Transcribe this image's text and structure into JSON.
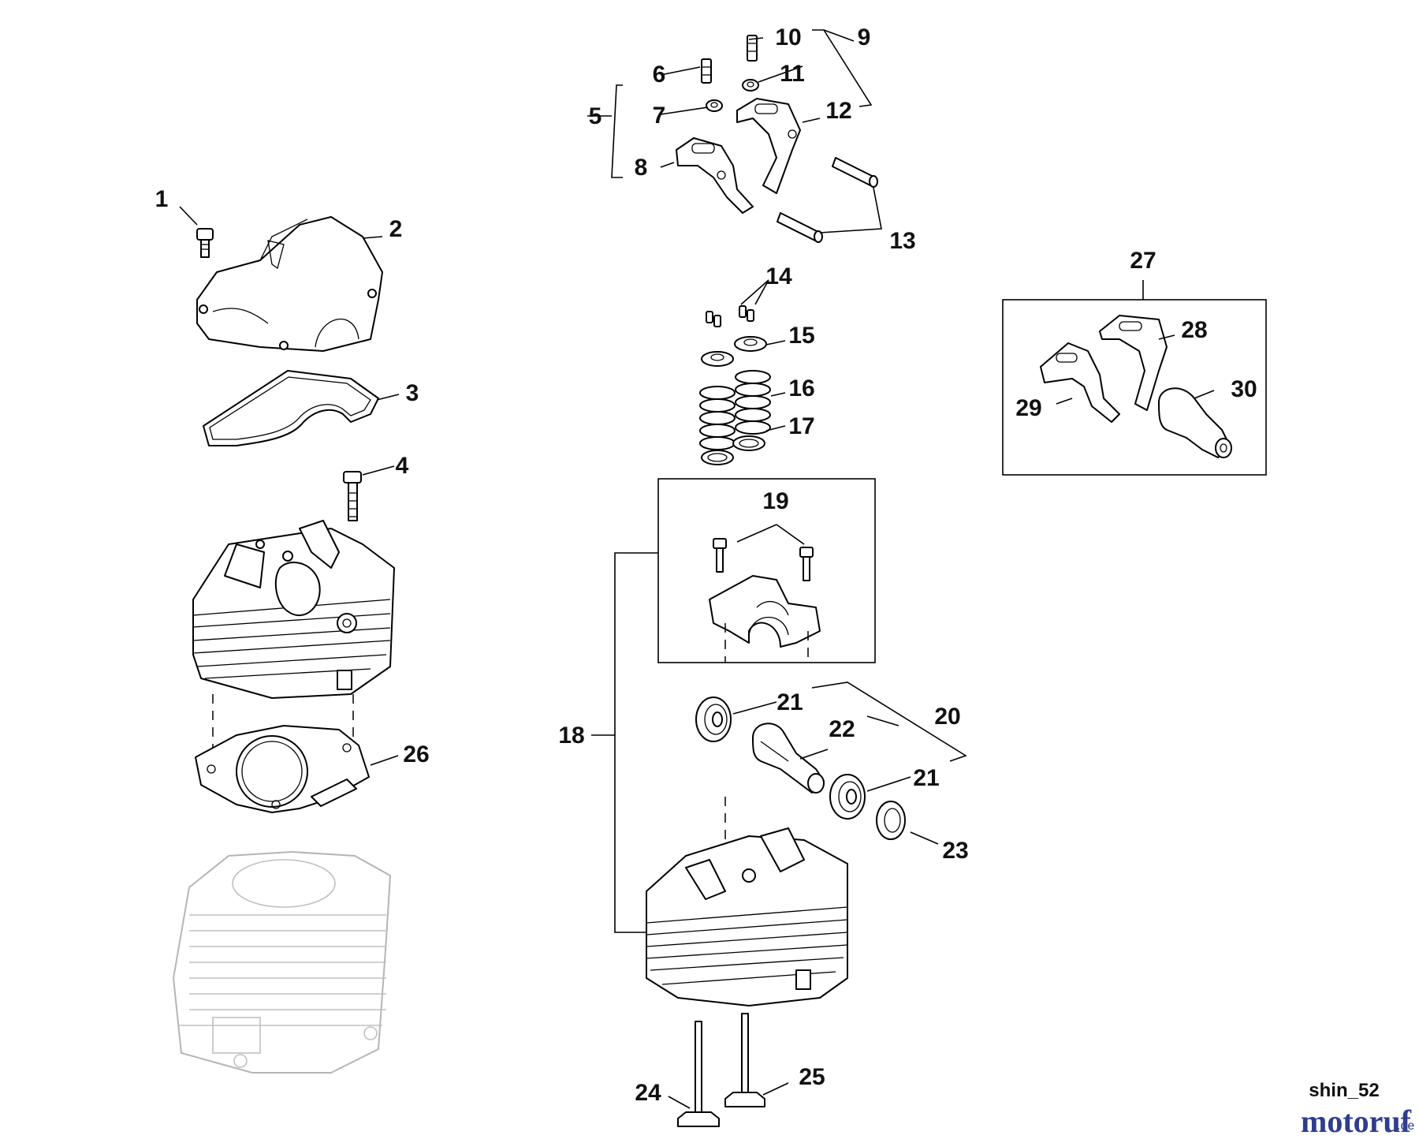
{
  "diagram": {
    "drawing_code": "shin_52",
    "watermark": {
      "brand": "motoruf",
      "tld": ".de"
    },
    "callouts": [
      "1",
      "2",
      "3",
      "4",
      "5",
      "6",
      "7",
      "8",
      "9",
      "10",
      "11",
      "12",
      "13",
      "14",
      "15",
      "16",
      "17",
      "18",
      "19",
      "20",
      "21",
      "21",
      "22",
      "23",
      "24",
      "25",
      "26",
      "27",
      "28",
      "29",
      "30"
    ]
  }
}
